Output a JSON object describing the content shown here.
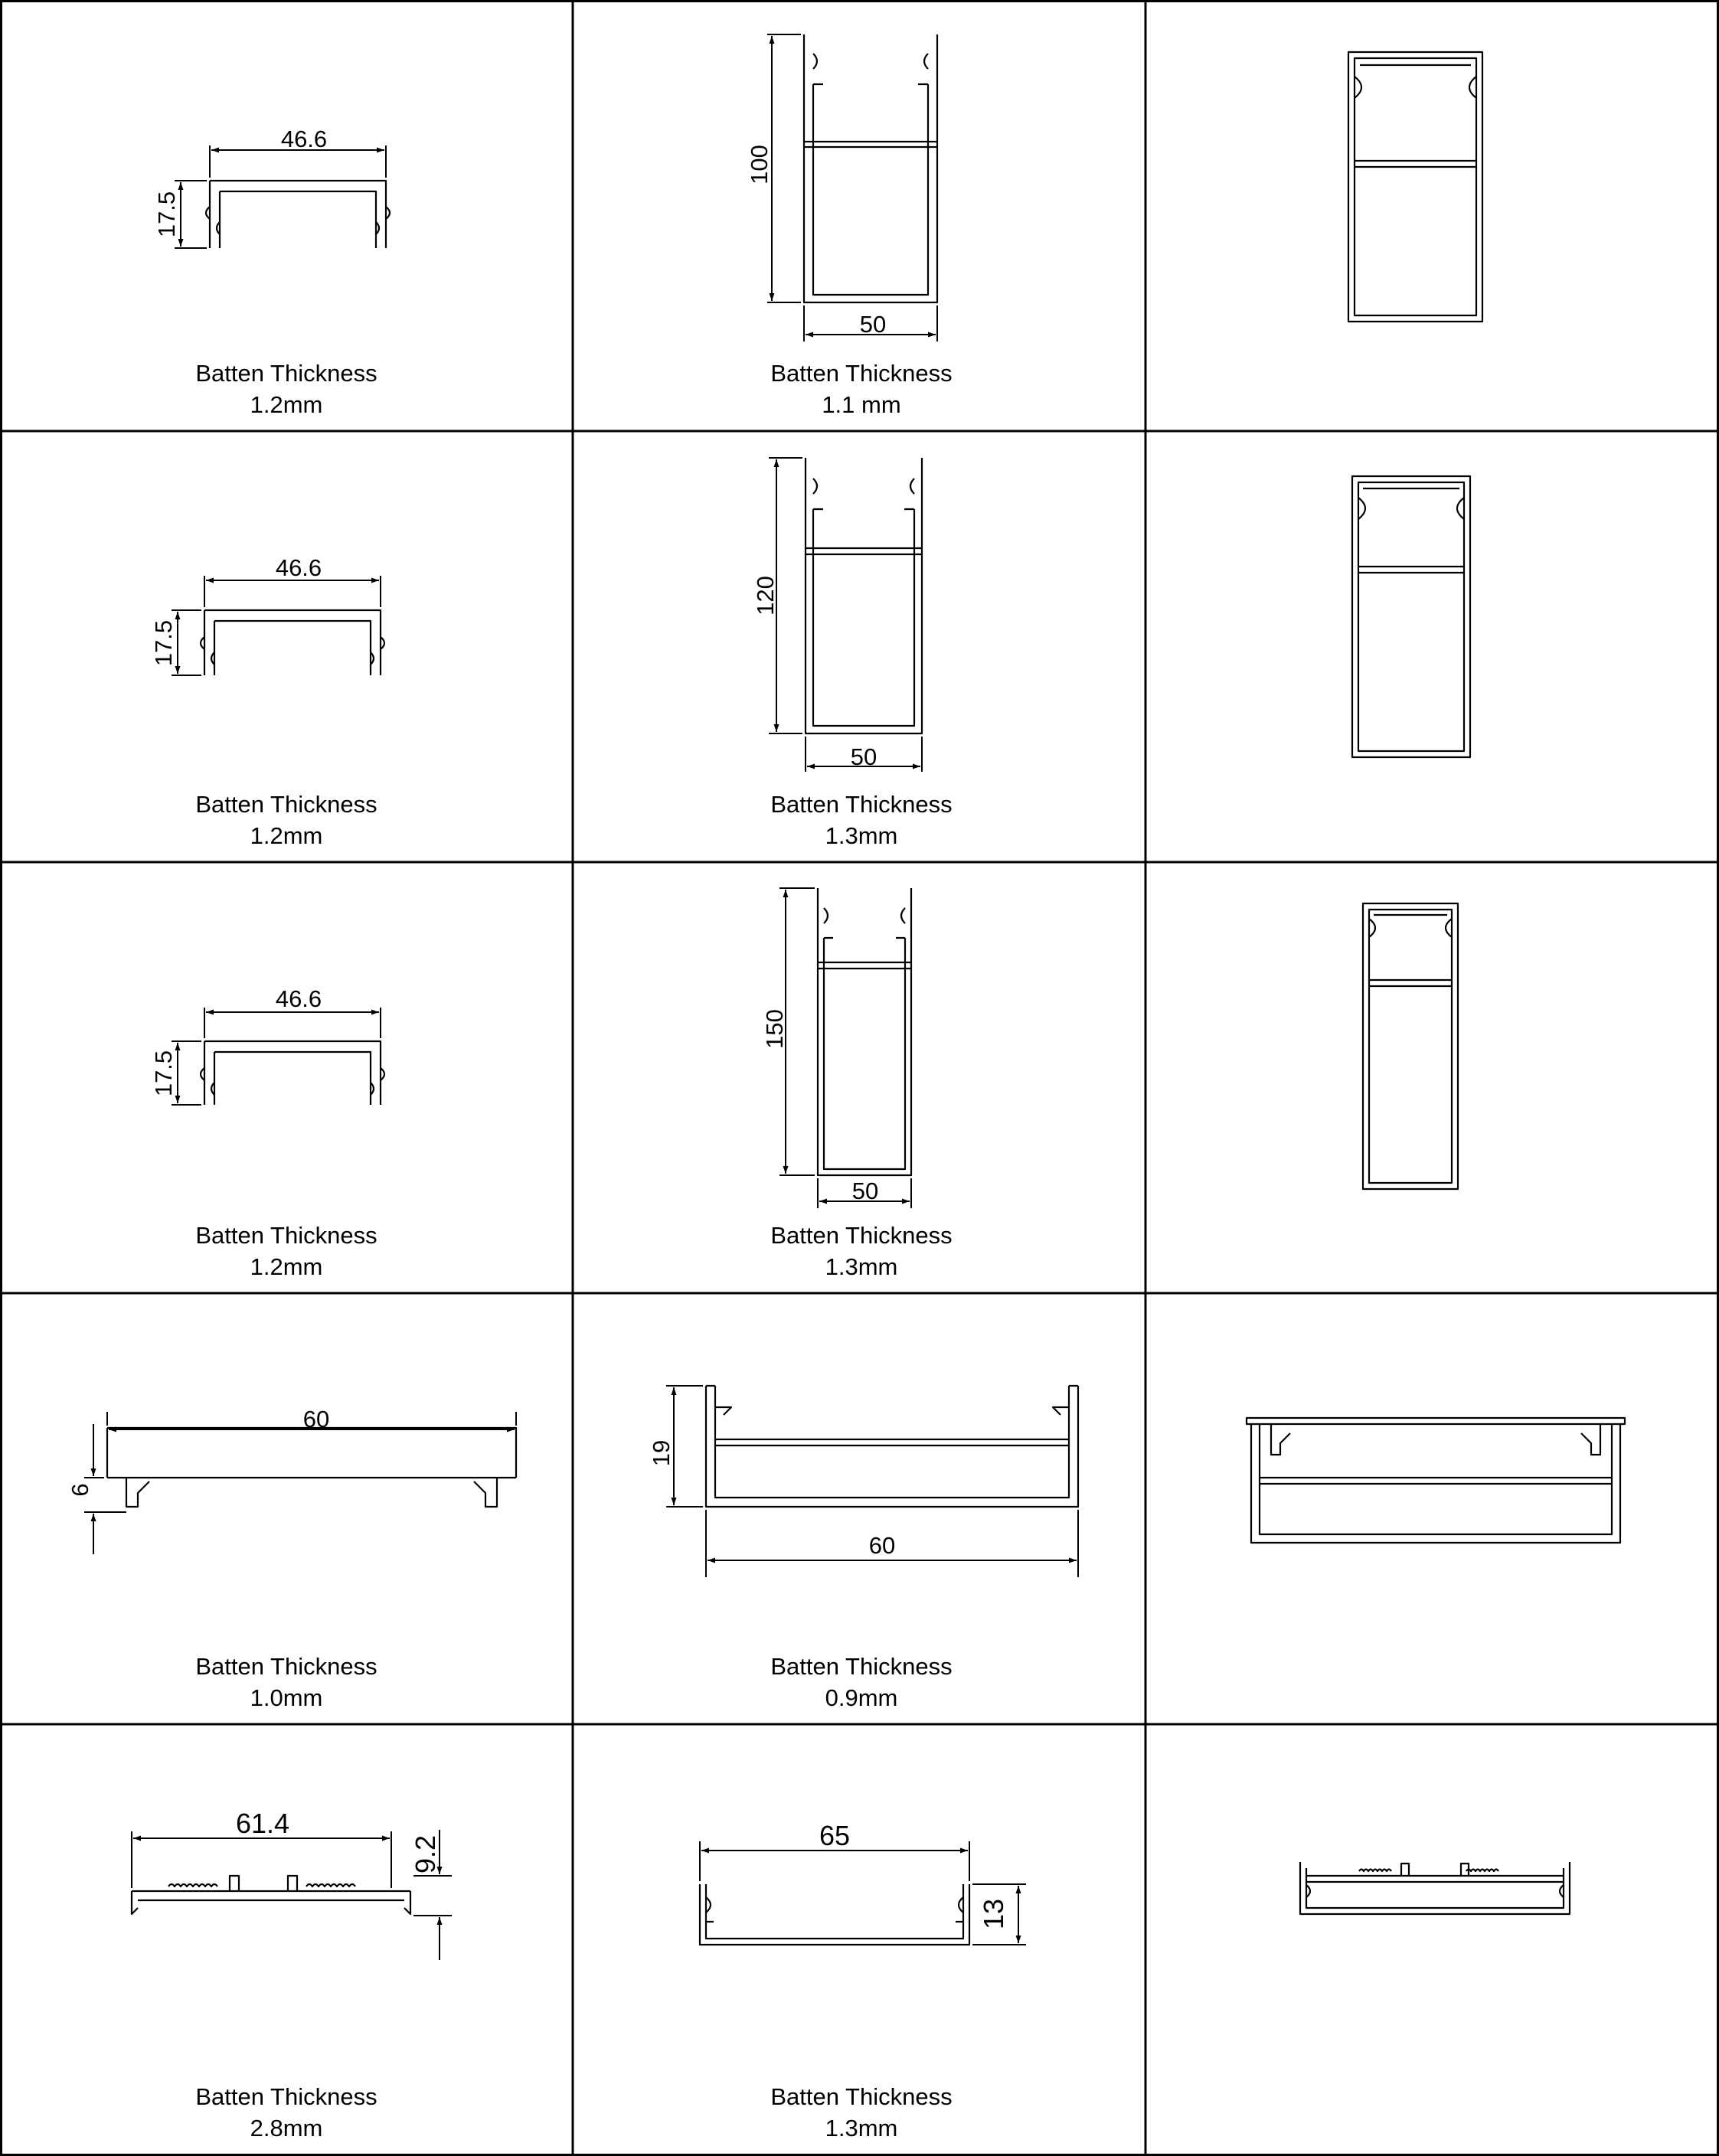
{
  "caption_label": "Batten Thickness",
  "rows": [
    {
      "cover": {
        "width": "46.6",
        "height": "17.5",
        "thickness": "1.2mm"
      },
      "base": {
        "height": "100",
        "width": "50",
        "thickness": "1.1 mm"
      }
    },
    {
      "cover": {
        "width": "46.6",
        "height": "17.5",
        "thickness": "1.2mm"
      },
      "base": {
        "height": "120",
        "width": "50",
        "thickness": "1.3mm"
      }
    },
    {
      "cover": {
        "width": "46.6",
        "height": "17.5",
        "thickness": "1.2mm"
      },
      "base": {
        "height": "150",
        "width": "50",
        "thickness": "1.3mm"
      }
    },
    {
      "cover": {
        "width": "60",
        "height": "6",
        "thickness": "1.0mm"
      },
      "base": {
        "height": "19",
        "width": "60",
        "thickness": "0.9mm"
      }
    },
    {
      "cover": {
        "width": "61.4",
        "height": "9.2",
        "thickness": "2.8mm"
      },
      "base": {
        "width": "65",
        "height": "13",
        "thickness": "1.3mm"
      }
    }
  ]
}
